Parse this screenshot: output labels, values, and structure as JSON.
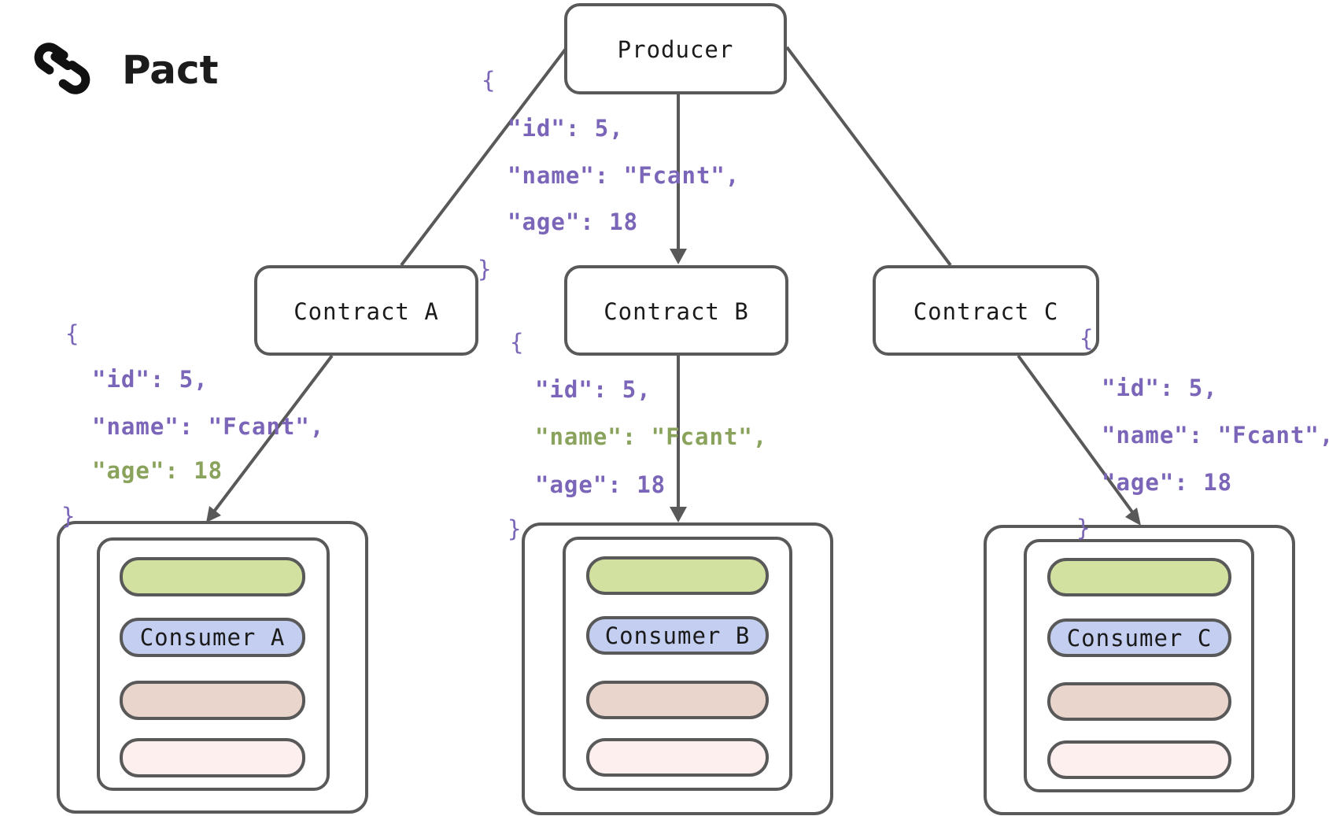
{
  "logo": {
    "icon": "chain-link-icon",
    "text": "Pact"
  },
  "producer": {
    "label": "Producer"
  },
  "contracts": [
    {
      "label": "Contract A"
    },
    {
      "label": "Contract B"
    },
    {
      "label": "Contract C"
    }
  ],
  "consumers": [
    {
      "label": "Consumer A",
      "layers": [
        "",
        "Consumer A",
        "",
        ""
      ]
    },
    {
      "label": "Consumer B",
      "layers": [
        "",
        "Consumer B",
        "",
        ""
      ]
    },
    {
      "label": "Consumer C",
      "layers": [
        "",
        "Consumer C",
        "",
        ""
      ]
    }
  ],
  "payloads": {
    "producer": {
      "open": "{",
      "lines": [
        {
          "text": "\"id\": 5,",
          "highlight": false
        },
        {
          "text": "\"name\": \"Fcant\",",
          "highlight": false
        },
        {
          "text": "\"age\": 18",
          "highlight": false
        }
      ],
      "close": "}"
    },
    "contract_a": {
      "open": "{",
      "lines": [
        {
          "text": "\"id\": 5,",
          "highlight": false
        },
        {
          "text": "\"name\": \"Fcant\",",
          "highlight": false
        },
        {
          "text": "\"age\": 18",
          "highlight": true
        }
      ],
      "close": "}"
    },
    "contract_b": {
      "open": "{",
      "lines": [
        {
          "text": "\"id\": 5,",
          "highlight": false
        },
        {
          "text": "\"name\": \"Fcant\",",
          "highlight": true
        },
        {
          "text": "\"age\": 18",
          "highlight": false
        }
      ],
      "close": "}"
    },
    "contract_c": {
      "open": "{",
      "lines": [
        {
          "text": "\"id\": 5,",
          "highlight": false
        },
        {
          "text": "\"name\": \"Fcant\",",
          "highlight": false
        },
        {
          "text": "\"age\": 18",
          "highlight": false
        }
      ],
      "close": "}"
    }
  },
  "colors": {
    "json_text": "#7a65b8",
    "json_highlight": "#8aa35c",
    "stroke": "#595959",
    "layer_1": "#d2e19f",
    "layer_2": "#c3cef0",
    "layer_3": "#e9d5cb",
    "layer_4": "#fcefed"
  }
}
